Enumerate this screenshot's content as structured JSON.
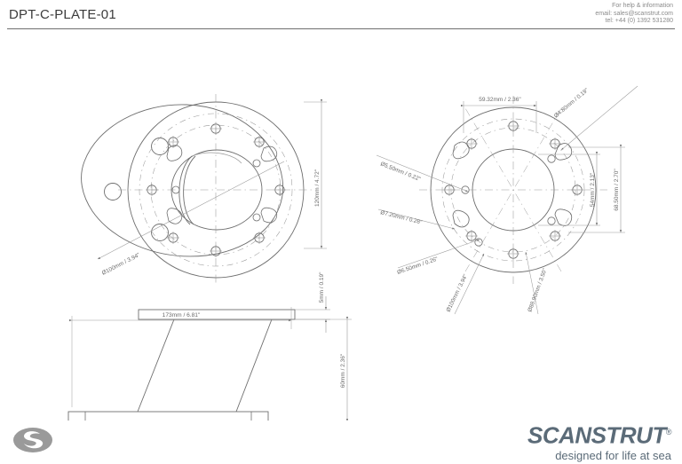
{
  "header": {
    "doc_title": "DPT-C-PLATE-01",
    "contact_line1": "For help & information",
    "contact_line2": "email: sales@scanstrut.com",
    "contact_line3": "tel: +44 (0) 1392 531280"
  },
  "footer": {
    "logo_mark": "scanstrut-s-mark",
    "brand_name": "SCANSTRUT",
    "brand_reg": "®",
    "brand_tagline": "designed for life at sea"
  },
  "views": {
    "isometric": {
      "name": "isometric-plate-view",
      "dimensions": {
        "diameter_label": "Ø100mm / 3.94\"",
        "height_label": "120mm / 4.72\""
      }
    },
    "plan": {
      "name": "plan-flange-view",
      "dimensions": {
        "top_width": "59.32mm / 2.36\"",
        "hole_480": "Ø4.80mm / 0.19\"",
        "hole_550": "Ø5.50mm / 0.22\"",
        "hole_720": "Ø7.20mm / 0.28\"",
        "hole_650": "Ø6.50mm / 0.26\"",
        "bolt_circle_100": "Ø100mm / 3.94\"",
        "bolt_circle_8890": "Ø88.90mm / 3.50\"",
        "inner_height": "54mm / 2.13\"",
        "outer_height": "68.50mm / 2.70\""
      }
    },
    "elevation": {
      "name": "side-elevation-view",
      "dimensions": {
        "width": "173mm / 6.81\"",
        "plate_thickness": "5mm / 0.19\"",
        "stand_height": "60mm / 2.36\""
      }
    }
  },
  "colors": {
    "line": "#6f6f6f",
    "thin_line": "#9a9a9a",
    "dim_text": "#6b6b6b",
    "brand": "#5b6b78",
    "title": "#3c3c3c",
    "contact": "#8b8b8b"
  }
}
